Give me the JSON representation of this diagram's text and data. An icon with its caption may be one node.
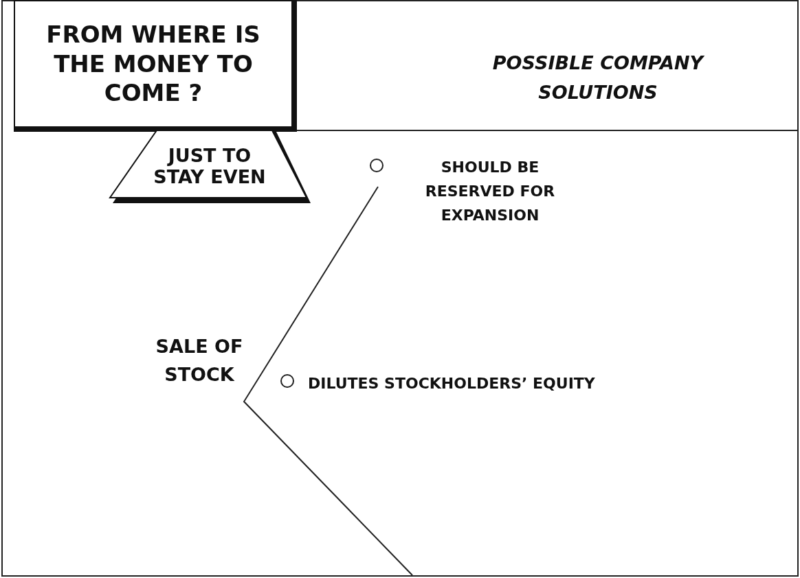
{
  "diagram": {
    "nodes": [
      {
        "text": [
          "FROM WHERE IS THE MONEY TO COME ?"
        ]
      },
      {
        "text": [
          "JUST TO STAY EVEN"
        ]
      }
    ],
    "edges": [],
    "labels": [
      "POSSIBLE COMPANY SOLUTIONS",
      "SHOULD BE RESERVED FOR EXPANSION",
      "SALE OF STOCK",
      "DILUTES STOCKHOLDERS’ EQUITY"
    ]
  }
}
